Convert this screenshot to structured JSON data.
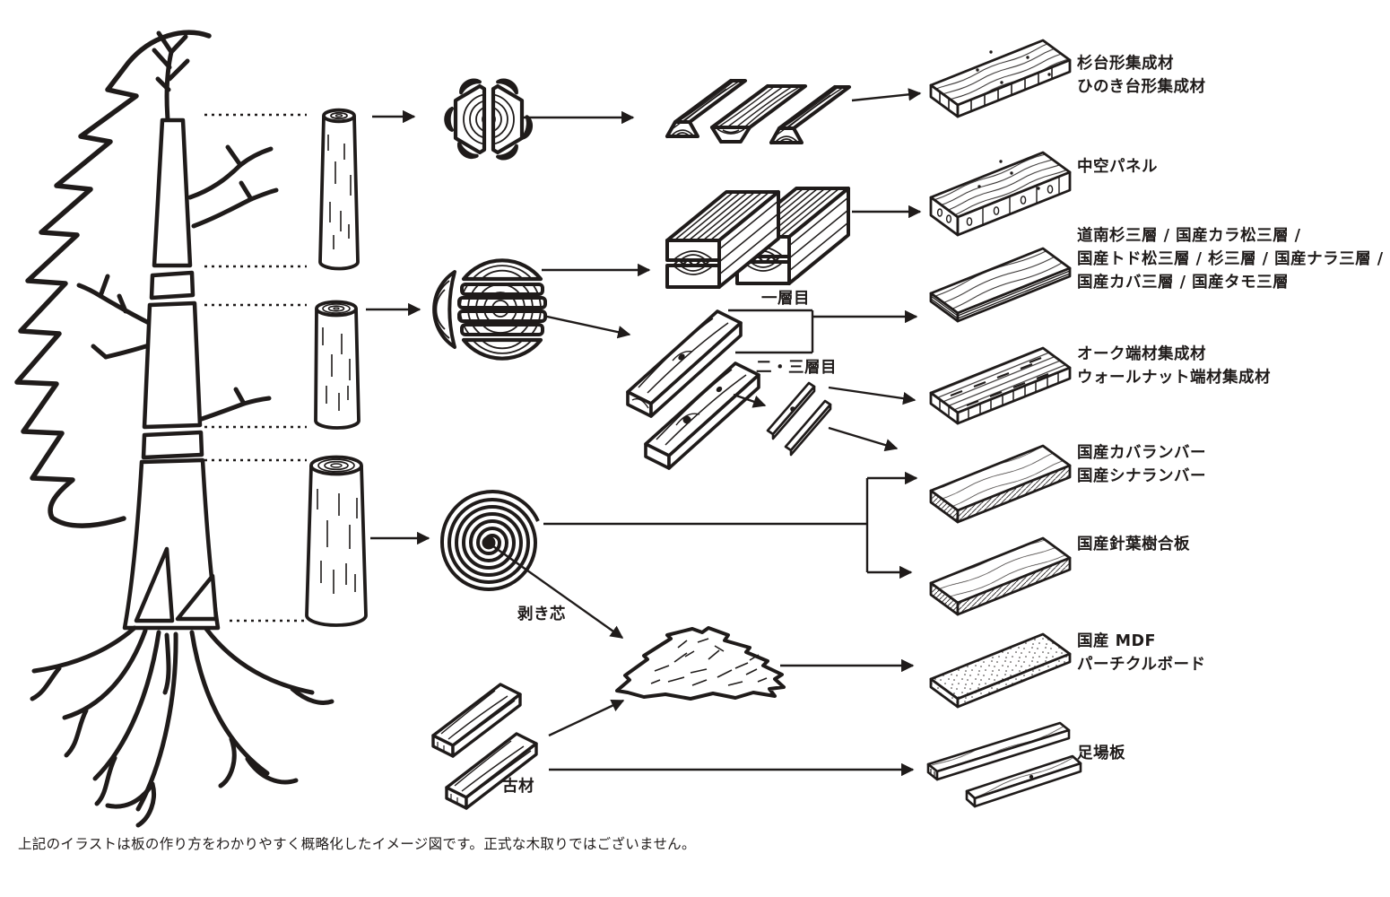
{
  "colors": {
    "ink": "#1f1b1a",
    "background": "#ffffff"
  },
  "annotations": {
    "first_layer": "一層目",
    "second_third_layer": "二・三層目",
    "peeled_core": "剥き芯",
    "reclaimed_wood": "古材"
  },
  "products": [
    {
      "id": "trapezoid-glulam",
      "lines": [
        "杉台形集成材",
        "ひのき台形集成材"
      ]
    },
    {
      "id": "hollow-panel",
      "lines": [
        "中空パネル"
      ]
    },
    {
      "id": "three-layer-panels",
      "lines": [
        "道南杉三層 / 国産カラ松三層 /",
        "国産トド松三層 / 杉三層 / 国産ナラ三層 /",
        "国産カバ三層 / 国産タモ三層"
      ]
    },
    {
      "id": "offcut-glulam",
      "lines": [
        "オーク端材集成材",
        "ウォールナット端材集成材"
      ]
    },
    {
      "id": "lumber-core",
      "lines": [
        "国産カバランバー",
        "国産シナランバー"
      ]
    },
    {
      "id": "softwood-plywood",
      "lines": [
        "国産針葉樹合板"
      ]
    },
    {
      "id": "mdf-particle",
      "lines": [
        "国産 MDF",
        "パーチクルボード"
      ]
    },
    {
      "id": "scaffold-board",
      "lines": [
        "足場板"
      ]
    }
  ],
  "footnote": "上記のイラストは板の作り方をわかりやすく概略化したイメージ図です。正式な木取りではございません。"
}
